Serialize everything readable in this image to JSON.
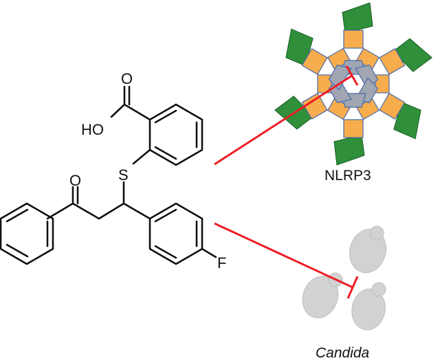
{
  "molecule": {
    "atoms": {
      "oxygen_carbonyl_acid": "O",
      "hydroxyl": "HO",
      "sulfur": "S",
      "oxygen_ketone": "O",
      "fluorine": "F"
    }
  },
  "targets": {
    "nlrp3_label": "NLRP3",
    "candida_label": "Candida"
  },
  "colors": {
    "inhibition": "#ee1c24",
    "nacht_domain": "#2f8f3a",
    "pyd_domain": "#f7ad4d",
    "core_domain": "#a0a6b2",
    "yeast": "#d2d2d2"
  }
}
